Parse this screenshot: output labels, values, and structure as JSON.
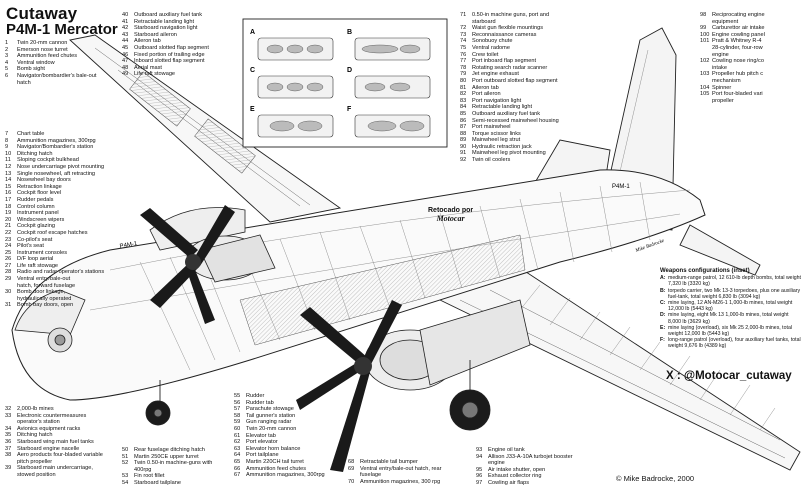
{
  "title": {
    "line1": "Cutaway",
    "line2": "P4M-1 Mercator"
  },
  "legend_1": [
    {
      "n": "1",
      "t": "Twin 20-mm cannon"
    },
    {
      "n": "2",
      "t": "Emerson nose turret"
    },
    {
      "n": "3",
      "t": "Ammunition feed chutes"
    },
    {
      "n": "4",
      "t": "Ventral window"
    },
    {
      "n": "5",
      "t": "Bomb sight"
    },
    {
      "n": "6",
      "t": "Navigator/bombardier's bale-out"
    },
    {
      "n": "",
      "t": "hatch"
    }
  ],
  "legend_2": [
    {
      "n": "7",
      "t": "Chart table"
    },
    {
      "n": "8",
      "t": "Ammunition magazines, 300rpg"
    },
    {
      "n": "9",
      "t": "Navigator/Bombardier's station"
    },
    {
      "n": "10",
      "t": "Ditching hatch"
    },
    {
      "n": "11",
      "t": "Sloping cockpit bulkhead"
    },
    {
      "n": "12",
      "t": "Nose undercarriage pivot mounting"
    },
    {
      "n": "13",
      "t": "Single nosewheel, aft retracting"
    },
    {
      "n": "14",
      "t": "Nosewheel bay doors"
    },
    {
      "n": "15",
      "t": "Retraction linkage"
    },
    {
      "n": "16",
      "t": "Cockpit floor level"
    },
    {
      "n": "17",
      "t": "Rudder pedals"
    },
    {
      "n": "18",
      "t": "Control column"
    },
    {
      "n": "19",
      "t": "Instrument panel"
    },
    {
      "n": "20",
      "t": "Windscreen wipers"
    },
    {
      "n": "21",
      "t": "Cockpit glazing"
    },
    {
      "n": "22",
      "t": "Cockpit roof escape hatches"
    },
    {
      "n": "23",
      "t": "Co-pilot's seat"
    },
    {
      "n": "24",
      "t": "Pilot's seat"
    },
    {
      "n": "25",
      "t": "Instrument consoles"
    },
    {
      "n": "26",
      "t": "D/F loop aerial"
    },
    {
      "n": "27",
      "t": "Life raft stowage"
    },
    {
      "n": "28",
      "t": "Radio and radar operator's stations"
    },
    {
      "n": "29",
      "t": "Ventral entry/bale-out"
    },
    {
      "n": "",
      "t": "hatch, forward fuselage"
    },
    {
      "n": "30",
      "t": "Bomb door linkage,"
    },
    {
      "n": "",
      "t": "hydraulically operated"
    },
    {
      "n": "31",
      "t": "Bomb bay doors, open"
    }
  ],
  "legend_3": [
    {
      "n": "32",
      "t": "2,000-lb mines"
    },
    {
      "n": "33",
      "t": "Electronic countermeasures"
    },
    {
      "n": "",
      "t": "operator's station"
    },
    {
      "n": "34",
      "t": "Avionics equipment racks"
    },
    {
      "n": "35",
      "t": "Ditching hatch"
    },
    {
      "n": "36",
      "t": "Starboard wing main fuel tanks"
    },
    {
      "n": "37",
      "t": "Starboard engine nacelle"
    },
    {
      "n": "38",
      "t": "Aero products four-bladed variable"
    },
    {
      "n": "",
      "t": "pitch propeller"
    },
    {
      "n": "39",
      "t": "Starboard main undercarriage,"
    },
    {
      "n": "",
      "t": "stowed position"
    }
  ],
  "legend_4": [
    {
      "n": "40",
      "t": "Outboard auxiliary fuel tank"
    },
    {
      "n": "41",
      "t": "Retractable landing light"
    },
    {
      "n": "42",
      "t": "Starboard navigation light"
    },
    {
      "n": "43",
      "t": "Starboard aileron"
    },
    {
      "n": "44",
      "t": "Aileron tab"
    },
    {
      "n": "45",
      "t": "Outboard slotted flap segment"
    },
    {
      "n": "46",
      "t": "Fixed portion of trailing edge"
    },
    {
      "n": "47",
      "t": "Inboard slotted flap segment"
    },
    {
      "n": "48",
      "t": "Aerial mast"
    },
    {
      "n": "49",
      "t": "Life raft stowage"
    }
  ],
  "legend_5": [
    {
      "n": "50",
      "t": "Rear fuselage ditching hatch"
    },
    {
      "n": "51",
      "t": "Martin 250CE upper turret"
    },
    {
      "n": "52",
      "t": "Twin 0.50-in machine-guns with"
    },
    {
      "n": "",
      "t": "400rpg"
    },
    {
      "n": "53",
      "t": "Fin root fillet"
    },
    {
      "n": "54",
      "t": "Starboard tailplane"
    }
  ],
  "legend_6": [
    {
      "n": "55",
      "t": "Rudder"
    },
    {
      "n": "56",
      "t": "Rudder tab"
    },
    {
      "n": "57",
      "t": "Parachute stowage"
    },
    {
      "n": "58",
      "t": "Tail gunner's station"
    },
    {
      "n": "59",
      "t": "Gun ranging radar"
    },
    {
      "n": "60",
      "t": "Twin 20-mm cannon"
    },
    {
      "n": "61",
      "t": "Elevator tab"
    },
    {
      "n": "62",
      "t": "Port elevator"
    },
    {
      "n": "63",
      "t": "Elevator horn balance"
    },
    {
      "n": "64",
      "t": "Port tailplane"
    },
    {
      "n": "65",
      "t": "Martin 220CH tail turret"
    },
    {
      "n": "66",
      "t": "Ammunition feed chutes"
    },
    {
      "n": "67",
      "t": "Ammunition magazines, 300rpg"
    }
  ],
  "legend_7": [
    {
      "n": "68",
      "t": "Retractable tail bumper"
    },
    {
      "n": "69",
      "t": "Ventral entry/bale-out hatch, rear"
    },
    {
      "n": "",
      "t": "fuselage"
    },
    {
      "n": "70",
      "t": "Ammunition magazines, 300 rpg"
    }
  ],
  "legend_8": [
    {
      "n": "71",
      "t": "0.50-in machine guns, port and"
    },
    {
      "n": "",
      "t": "starboard"
    },
    {
      "n": "72",
      "t": "Waist gun flexible mountings"
    },
    {
      "n": "73",
      "t": "Reconnaissance cameras"
    },
    {
      "n": "74",
      "t": "Sonobuoy chute"
    },
    {
      "n": "75",
      "t": "Ventral radome"
    },
    {
      "n": "76",
      "t": "Crew toilet"
    },
    {
      "n": "77",
      "t": "Port inboard flap segment"
    },
    {
      "n": "78",
      "t": "Rotating search radar scanner"
    },
    {
      "n": "79",
      "t": "Jet engine exhaust"
    },
    {
      "n": "80",
      "t": "Port outboard slotted flap segment"
    },
    {
      "n": "81",
      "t": "Aileron tab"
    },
    {
      "n": "82",
      "t": "Port aileron"
    },
    {
      "n": "83",
      "t": "Port navigation light"
    },
    {
      "n": "84",
      "t": "Retractable landing light"
    },
    {
      "n": "85",
      "t": "Outboard auxiliary fuel tank"
    },
    {
      "n": "86",
      "t": "Semi-recessed mainwheel housing"
    },
    {
      "n": "87",
      "t": "Port mainwheel"
    },
    {
      "n": "88",
      "t": "Torque scissor links"
    },
    {
      "n": "89",
      "t": "Mainwheel leg strut"
    },
    {
      "n": "90",
      "t": "Hydraulic retraction jack"
    },
    {
      "n": "91",
      "t": "Mainwheel leg pivot mounting"
    },
    {
      "n": "92",
      "t": "Twin oil coolers"
    }
  ],
  "legend_9": [
    {
      "n": "93",
      "t": "Engine oil tank"
    },
    {
      "n": "94",
      "t": "Allison J33-A-10A turbojet booster"
    },
    {
      "n": "",
      "t": "engine"
    },
    {
      "n": "95",
      "t": "Air intake shutter, open"
    },
    {
      "n": "96",
      "t": "Exhaust collector ring"
    },
    {
      "n": "97",
      "t": "Cowling air flaps"
    }
  ],
  "legend_10": [
    {
      "n": "98",
      "t": "Reciprocating engine"
    },
    {
      "n": "",
      "t": "equipment"
    },
    {
      "n": "99",
      "t": "Carburettor air intake"
    },
    {
      "n": "100",
      "t": "Engine cowling panel"
    },
    {
      "n": "101",
      "t": "Pratt & Whitney R-4"
    },
    {
      "n": "",
      "t": "28-cylinder, four-row"
    },
    {
      "n": "",
      "t": "engine"
    },
    {
      "n": "102",
      "t": "Cowling nose ring/co"
    },
    {
      "n": "",
      "t": "intake"
    },
    {
      "n": "103",
      "t": "Propeller hub pitch c"
    },
    {
      "n": "",
      "t": "mechanism"
    },
    {
      "n": "104",
      "t": "Spinner"
    },
    {
      "n": "105",
      "t": "Port four-bladed vari"
    },
    {
      "n": "",
      "t": "propeller"
    }
  ],
  "weapons": {
    "title": "Weapons configurations (inset)",
    "items": [
      {
        "k": "A:",
        "t": "medium-range patrol, 12 610-lb depth bombs, total weight 7,320 lb (3320 kg)"
      },
      {
        "k": "B:",
        "t": "torpedo carrier, two Mk 13-3 torpedoes, plus one auxiliary fuel-tank, total weight 6,830 lb (3094 kg)"
      },
      {
        "k": "C:",
        "t": "mine laying, 12 AN-M26-1 1,000-lb mines, total weight 12,000 lb (5443 kg)"
      },
      {
        "k": "D:",
        "t": "mine laying, eight Mk 13 1,000-lb mines, total weight 8,000 lb (3629 kg)"
      },
      {
        "k": "E:",
        "t": "mine laying (overload), six Mk 25 2,000-lb mines, total weight 12,000 lb (5443 kg)"
      },
      {
        "k": "F:",
        "t": "long-range patrol (overload), four auxiliary fuel tanks, total weight 9,676 lb (4389 kg)"
      }
    ]
  },
  "inset_labels": [
    "A",
    "B",
    "C",
    "D",
    "E",
    "F"
  ],
  "retocado": {
    "line1": "Retocado por",
    "brand": "Motocar"
  },
  "handle": "X : @Motocar_cutaway",
  "credit": "© Mike Badrocke, 2000",
  "fuselage_codes": {
    "nose": "P4M-1",
    "tail": "P4M-1",
    "signature": "Mike Badrocke"
  }
}
